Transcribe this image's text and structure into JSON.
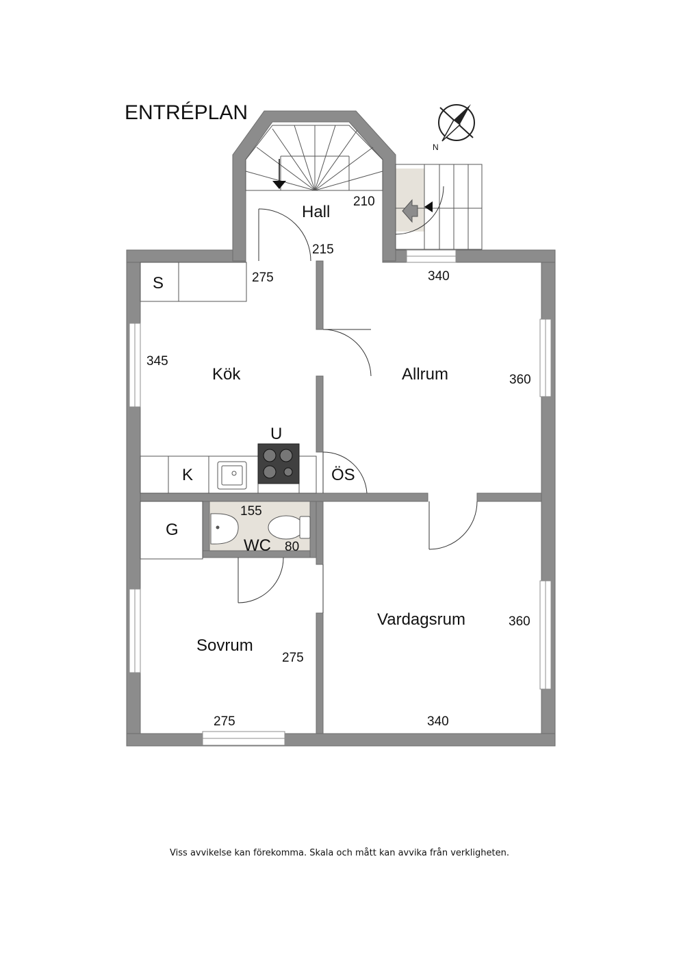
{
  "title": "ENTRÉPLAN",
  "compass": {
    "label": "N",
    "icon": "compass-icon"
  },
  "rooms": {
    "hall": "Hall",
    "kok": "Kök",
    "allrum": "Allrum",
    "vardagsrum": "Vardagsrum",
    "sovrum": "Sovrum",
    "wc": "WC"
  },
  "fixtures": {
    "s": "S",
    "u": "U",
    "k": "K",
    "g": "G",
    "os": "ÖS"
  },
  "dimensions": {
    "hall_width": "210",
    "hall_bottom": "215",
    "kok_top": "275",
    "kok_side": "345",
    "allrum_top": "340",
    "allrum_side": "360",
    "wc_width": "155",
    "wc_depth": "80",
    "vardagsrum_side": "360",
    "vardagsrum_bottom": "340",
    "sovrum_side": "275",
    "sovrum_bottom": "275"
  },
  "colors": {
    "wall": "#8c8c8c",
    "wall_edge": "#6d6d6d",
    "wet_area": "#e6e2da",
    "stove": "#404040"
  },
  "footer": "Viss avvikelse kan förekomma. Skala och mått kan avvika från verkligheten."
}
